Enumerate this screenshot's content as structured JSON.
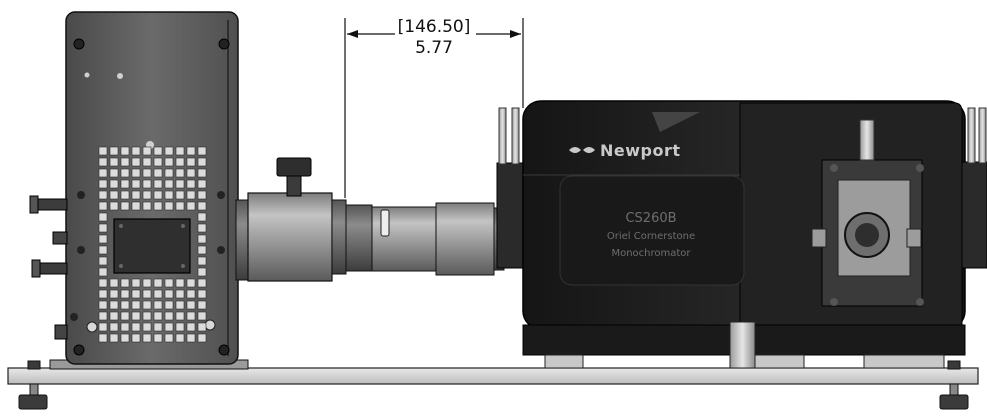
{
  "dimension": {
    "label_bracketed": "[146.50]",
    "label_value": "5.77"
  },
  "instrument": {
    "brand": "Newport",
    "model": "CS260B",
    "name_line1": "Oriel Cornerstone",
    "name_line2": "Monochromator"
  },
  "colors": {
    "lamp_housing": "#5e5e5e",
    "monochromator_body": "#1f1f1f",
    "optics_tube": "#9a9a9a",
    "base_plate": "#d6d6d6",
    "outline": "#111111"
  },
  "icons": {
    "brand_logo": "newport-logo-icon"
  }
}
